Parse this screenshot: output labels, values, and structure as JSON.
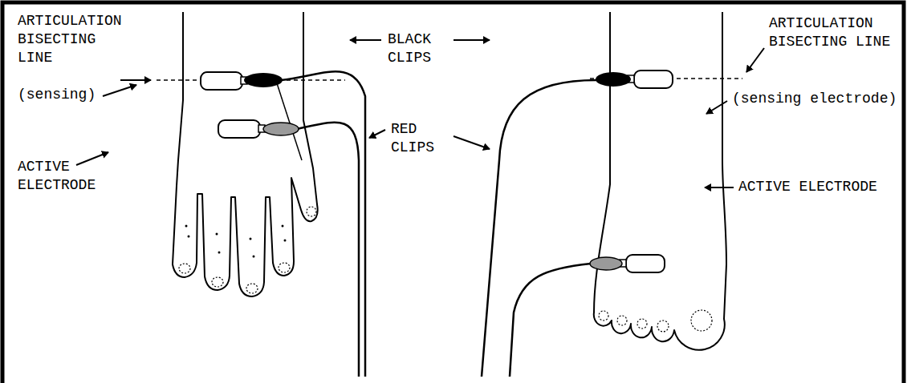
{
  "diagram": {
    "labels": [
      "ARTICULATION BISECTING LINE",
      "(sensing)",
      "ACTIVE ELECTRODE",
      "BLACK CLIPS",
      "RED CLIPS",
      "ARTICULATION BISECTING LINE",
      "(sensing electrode)",
      "ACTIVE ELECTRODE"
    ]
  }
}
